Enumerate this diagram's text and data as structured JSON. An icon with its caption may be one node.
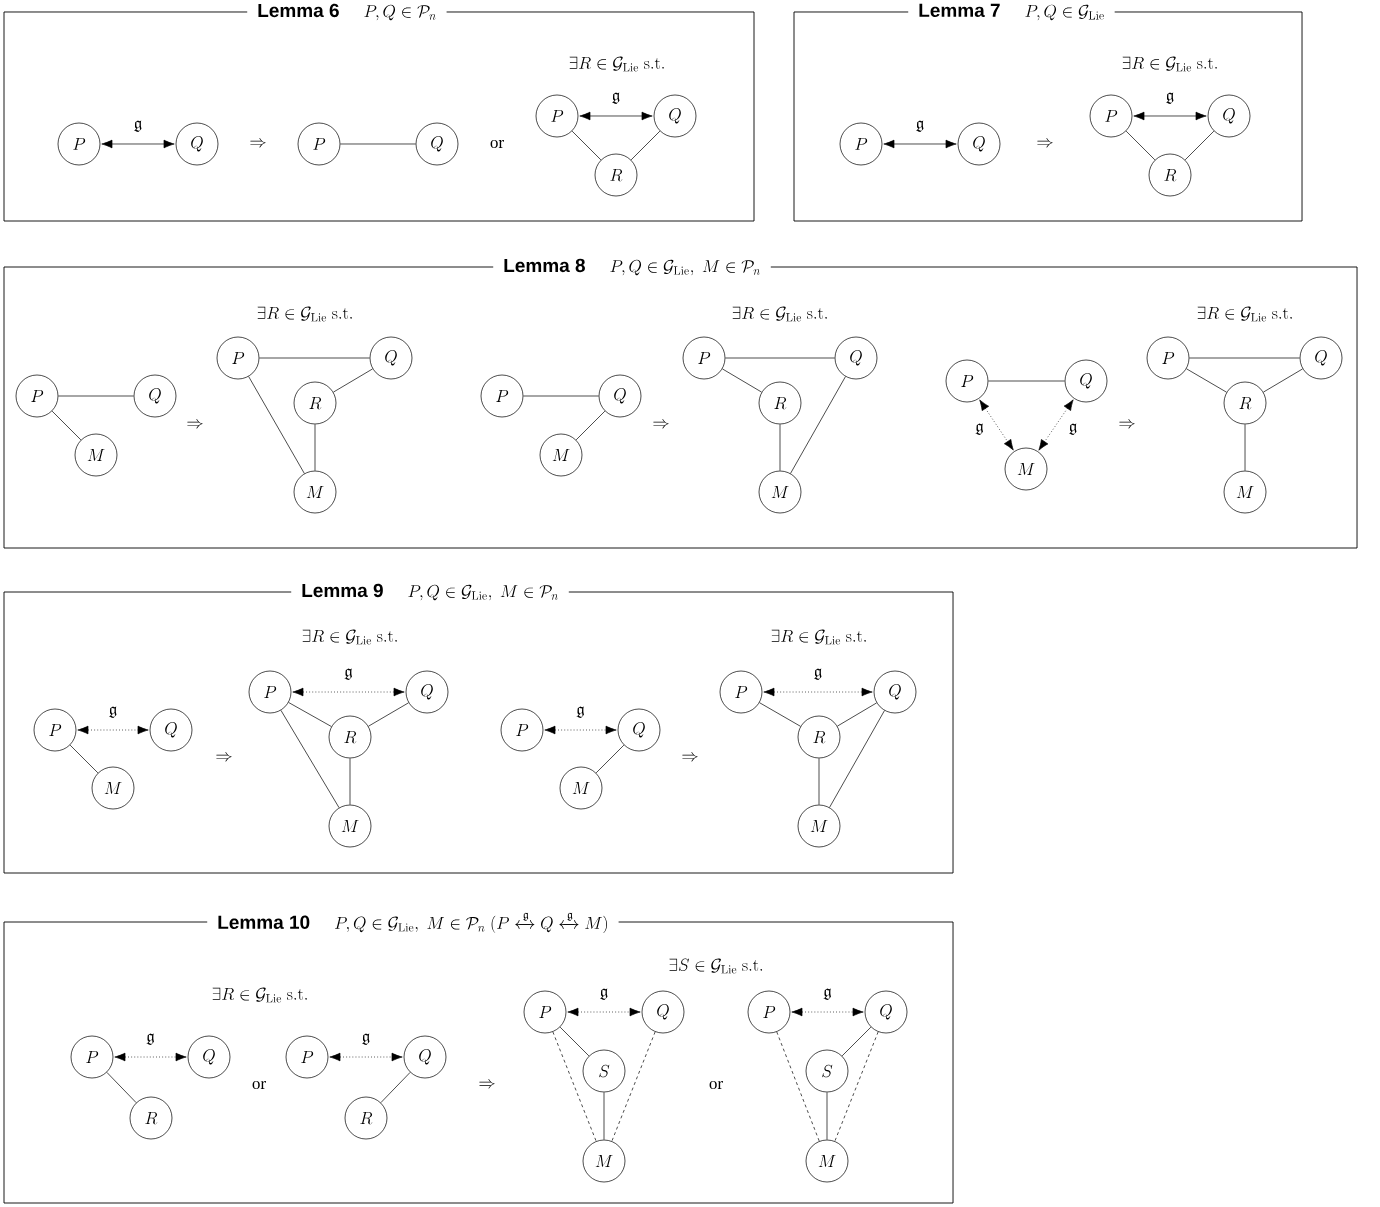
{
  "diagram": {
    "nodes": [
      {
        "text": [
          "Lemma 6",
          "P,Q \\in \\mathcal{P}_n"
        ]
      },
      {
        "text": [
          "P"
        ],
        "in": 0
      },
      {
        "text": [
          "Q"
        ],
        "in": 0
      },
      {
        "text": [
          "P"
        ],
        "in": 0
      },
      {
        "text": [
          "Q"
        ],
        "in": 0
      },
      {
        "text": [
          "P"
        ],
        "in": 0
      },
      {
        "text": [
          "Q"
        ],
        "in": 0
      },
      {
        "text": [
          "R"
        ],
        "in": 0
      },
      {
        "text": [
          "Lemma 7",
          "P,Q \\in \\mathcal{G}_{\\mathrm{Lie}}"
        ]
      },
      {
        "text": [
          "P"
        ],
        "in": 8
      },
      {
        "text": [
          "Q"
        ],
        "in": 8
      },
      {
        "text": [
          "P"
        ],
        "in": 8
      },
      {
        "text": [
          "Q"
        ],
        "in": 8
      },
      {
        "text": [
          "R"
        ],
        "in": 8
      },
      {
        "text": [
          "Lemma 8",
          "P,Q \\in \\mathcal{G}_{\\mathrm{Lie}},\\ M \\in \\mathcal{P}_n"
        ]
      },
      {
        "text": [
          "P"
        ],
        "in": 14
      },
      {
        "text": [
          "Q"
        ],
        "in": 14
      },
      {
        "text": [
          "M"
        ],
        "in": 14
      },
      {
        "text": [
          "P"
        ],
        "in": 14
      },
      {
        "text": [
          "Q"
        ],
        "in": 14
      },
      {
        "text": [
          "R"
        ],
        "in": 14
      },
      {
        "text": [
          "M"
        ],
        "in": 14
      },
      {
        "text": [
          "P"
        ],
        "in": 14
      },
      {
        "text": [
          "Q"
        ],
        "in": 14
      },
      {
        "text": [
          "M"
        ],
        "in": 14
      },
      {
        "text": [
          "P"
        ],
        "in": 14
      },
      {
        "text": [
          "Q"
        ],
        "in": 14
      },
      {
        "text": [
          "R"
        ],
        "in": 14
      },
      {
        "text": [
          "M"
        ],
        "in": 14
      },
      {
        "text": [
          "P"
        ],
        "in": 14
      },
      {
        "text": [
          "Q"
        ],
        "in": 14
      },
      {
        "text": [
          "M"
        ],
        "in": 14
      },
      {
        "text": [
          "P"
        ],
        "in": 14
      },
      {
        "text": [
          "Q"
        ],
        "in": 14
      },
      {
        "text": [
          "R"
        ],
        "in": 14
      },
      {
        "text": [
          "M"
        ],
        "in": 14
      },
      {
        "text": [
          "Lemma 9",
          "P,Q \\in \\mathcal{G}_{\\mathrm{Lie}},\\ M \\in \\mathcal{P}_n"
        ]
      },
      {
        "text": [
          "P"
        ],
        "in": 36
      },
      {
        "text": [
          "Q"
        ],
        "in": 36
      },
      {
        "text": [
          "M"
        ],
        "in": 36
      },
      {
        "text": [
          "P"
        ],
        "in": 36
      },
      {
        "text": [
          "Q"
        ],
        "in": 36
      },
      {
        "text": [
          "R"
        ],
        "in": 36
      },
      {
        "text": [
          "M"
        ],
        "in": 36
      },
      {
        "text": [
          "P"
        ],
        "in": 36
      },
      {
        "text": [
          "Q"
        ],
        "in": 36
      },
      {
        "text": [
          "M"
        ],
        "in": 36
      },
      {
        "text": [
          "P"
        ],
        "in": 36
      },
      {
        "text": [
          "Q"
        ],
        "in": 36
      },
      {
        "text": [
          "R"
        ],
        "in": 36
      },
      {
        "text": [
          "M"
        ],
        "in": 36
      },
      {
        "text": [
          "Lemma 10",
          "P,Q \\in \\mathcal{G}_{\\mathrm{Lie}},\\ M \\in \\mathcal{P}_n\\ (P \\xleftrightarrow{\\mathfrak{g}} Q \\xleftrightarrow{\\mathfrak{g}} M)"
        ]
      },
      {
        "text": [
          "P"
        ],
        "in": 51
      },
      {
        "text": [
          "Q"
        ],
        "in": 51
      },
      {
        "text": [
          "R"
        ],
        "in": 51
      },
      {
        "text": [
          "P"
        ],
        "in": 51
      },
      {
        "text": [
          "Q"
        ],
        "in": 51
      },
      {
        "text": [
          "R"
        ],
        "in": 51
      },
      {
        "text": [
          "P"
        ],
        "in": 51
      },
      {
        "text": [
          "Q"
        ],
        "in": 51
      },
      {
        "text": [
          "S"
        ],
        "in": 51
      },
      {
        "text": [
          "M"
        ],
        "in": 51
      },
      {
        "text": [
          "P"
        ],
        "in": 51
      },
      {
        "text": [
          "Q"
        ],
        "in": 51
      },
      {
        "text": [
          "S"
        ],
        "in": 51
      },
      {
        "text": [
          "M"
        ],
        "in": 51
      }
    ],
    "edges": [
      {
        "from": 1,
        "to": 2,
        "arrow": "both",
        "label": "\\mathfrak{g}"
      },
      {
        "from": 3,
        "to": 4,
        "arrow": "none"
      },
      {
        "from": 5,
        "to": 6,
        "arrow": "both",
        "label": "\\mathfrak{g}"
      },
      {
        "from": 5,
        "to": 7,
        "arrow": "none"
      },
      {
        "from": 6,
        "to": 7,
        "arrow": "none"
      },
      {
        "from": 9,
        "to": 10,
        "arrow": "both",
        "label": "\\mathfrak{g}"
      },
      {
        "from": 11,
        "to": 12,
        "arrow": "both",
        "label": "\\mathfrak{g}"
      },
      {
        "from": 11,
        "to": 13,
        "arrow": "none"
      },
      {
        "from": 12,
        "to": 13,
        "arrow": "none"
      },
      {
        "from": 15,
        "to": 16,
        "arrow": "none"
      },
      {
        "from": 15,
        "to": 17,
        "arrow": "none"
      },
      {
        "from": 18,
        "to": 19,
        "arrow": "none"
      },
      {
        "from": 19,
        "to": 20,
        "arrow": "none"
      },
      {
        "from": 20,
        "to": 21,
        "arrow": "none"
      },
      {
        "from": 18,
        "to": 21,
        "arrow": "none"
      },
      {
        "from": 22,
        "to": 23,
        "arrow": "none"
      },
      {
        "from": 23,
        "to": 24,
        "arrow": "none"
      },
      {
        "from": 25,
        "to": 26,
        "arrow": "none"
      },
      {
        "from": 25,
        "to": 27,
        "arrow": "none"
      },
      {
        "from": 27,
        "to": 28,
        "arrow": "none"
      },
      {
        "from": 26,
        "to": 28,
        "arrow": "none"
      },
      {
        "from": 29,
        "to": 30,
        "arrow": "none"
      },
      {
        "from": 29,
        "to": 31,
        "arrow": "both",
        "style": "dashed",
        "label": "\\mathfrak{g}"
      },
      {
        "from": 30,
        "to": 31,
        "arrow": "both",
        "style": "dashed",
        "label": "\\mathfrak{g}"
      },
      {
        "from": 32,
        "to": 33,
        "arrow": "none"
      },
      {
        "from": 32,
        "to": 34,
        "arrow": "none"
      },
      {
        "from": 33,
        "to": 34,
        "arrow": "none"
      },
      {
        "from": 34,
        "to": 35,
        "arrow": "none"
      },
      {
        "from": 37,
        "to": 38,
        "arrow": "both",
        "style": "dashed",
        "label": "\\mathfrak{g}"
      },
      {
        "from": 37,
        "to": 39,
        "arrow": "none"
      },
      {
        "from": 40,
        "to": 41,
        "arrow": "both",
        "style": "dashed",
        "label": "\\mathfrak{g}"
      },
      {
        "from": 40,
        "to": 42,
        "arrow": "none"
      },
      {
        "from": 41,
        "to": 42,
        "arrow": "none"
      },
      {
        "from": 42,
        "to": 43,
        "arrow": "none"
      },
      {
        "from": 40,
        "to": 43,
        "arrow": "none"
      },
      {
        "from": 44,
        "to": 45,
        "arrow": "both",
        "style": "dashed",
        "label": "\\mathfrak{g}"
      },
      {
        "from": 45,
        "to": 46,
        "arrow": "none"
      },
      {
        "from": 47,
        "to": 48,
        "arrow": "both",
        "style": "dashed",
        "label": "\\mathfrak{g}"
      },
      {
        "from": 47,
        "to": 49,
        "arrow": "none"
      },
      {
        "from": 48,
        "to": 49,
        "arrow": "none"
      },
      {
        "from": 49,
        "to": 50,
        "arrow": "none"
      },
      {
        "from": 48,
        "to": 50,
        "arrow": "none"
      },
      {
        "from": 52,
        "to": 53,
        "arrow": "both",
        "style": "dashed",
        "label": "\\mathfrak{g}"
      },
      {
        "from": 52,
        "to": 54,
        "arrow": "none"
      },
      {
        "from": 55,
        "to": 56,
        "arrow": "both",
        "style": "dashed",
        "label": "\\mathfrak{g}"
      },
      {
        "from": 56,
        "to": 57,
        "arrow": "none"
      },
      {
        "from": 58,
        "to": 59,
        "arrow": "both",
        "style": "dashed",
        "label": "\\mathfrak{g}"
      },
      {
        "from": 58,
        "to": 60,
        "arrow": "none"
      },
      {
        "from": 60,
        "to": 61,
        "arrow": "none"
      },
      {
        "from": 58,
        "to": 61,
        "arrow": "none",
        "style": "dashed"
      },
      {
        "from": 59,
        "to": 61,
        "arrow": "none",
        "style": "dashed"
      },
      {
        "from": 62,
        "to": 63,
        "arrow": "both",
        "style": "dashed",
        "label": "\\mathfrak{g}"
      },
      {
        "from": 63,
        "to": 64,
        "arrow": "none"
      },
      {
        "from": 64,
        "to": 65,
        "arrow": "none"
      },
      {
        "from": 62,
        "to": 65,
        "arrow": "none",
        "style": "dashed"
      },
      {
        "from": 63,
        "to": 65,
        "arrow": "none",
        "style": "dashed"
      }
    ],
    "labels": [
      "\\Rightarrow",
      "or",
      "\\exists R \\in \\mathcal{G}_{\\mathrm{Lie}}\\ \\mathrm{s.t.}",
      "\\Rightarrow",
      "\\exists R \\in \\mathcal{G}_{\\mathrm{Lie}}\\ \\mathrm{s.t.}",
      "\\exists R \\in \\mathcal{G}_{\\mathrm{Lie}}\\ \\mathrm{s.t.}",
      "\\exists R \\in \\mathcal{G}_{\\mathrm{Lie}}\\ \\mathrm{s.t.}",
      "\\exists R \\in \\mathcal{G}_{\\mathrm{Lie}}\\ \\mathrm{s.t.}",
      "\\Rightarrow",
      "\\Rightarrow",
      "\\Rightarrow",
      "\\exists R \\in \\mathcal{G}_{\\mathrm{Lie}}\\ \\mathrm{s.t.}",
      "\\exists R \\in \\mathcal{G}_{\\mathrm{Lie}}\\ \\mathrm{s.t.}",
      "\\Rightarrow",
      "\\Rightarrow",
      "\\exists S \\in \\mathcal{G}_{\\mathrm{Lie}}\\ \\mathrm{s.t.}",
      "\\exists R \\in \\mathcal{G}_{\\mathrm{Lie}}\\ \\mathrm{s.t.}",
      "or",
      "\\Rightarrow",
      "or"
    ]
  }
}
